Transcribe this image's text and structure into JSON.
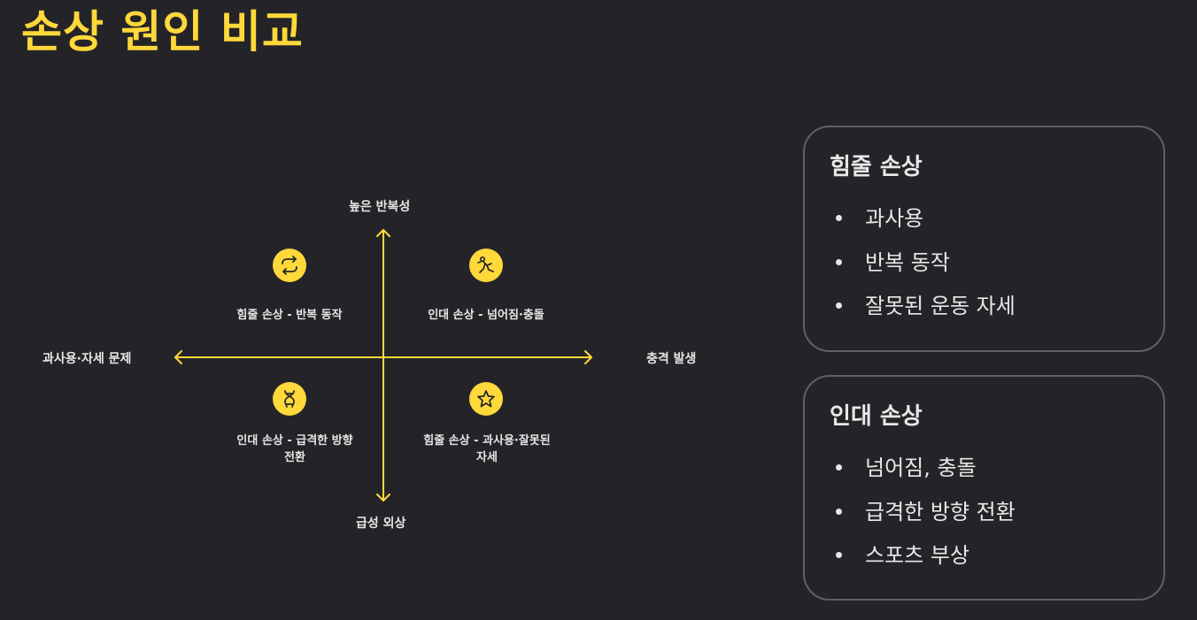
{
  "title": "손상 원인 비교",
  "diagram": {
    "axis_top": "높은 반복성",
    "axis_bottom": "급성 외상",
    "axis_left": "과사용·자세 문제",
    "axis_right": "충격 발생",
    "quadrants": [
      {
        "label": "힘줄 손상 - 반복 동작",
        "icon": "repeat-arrows-icon"
      },
      {
        "label": "인대 손상 - 넘어짐·충돌",
        "icon": "falling-person-icon"
      },
      {
        "label_line1": "인대 손상 - 급격한 방향",
        "label_line2": "전환",
        "icon": "dna-twist-icon"
      },
      {
        "label_line1": "힘줄 손상 - 과사용·잘못된",
        "label_line2": "자세",
        "icon": "star-icon"
      }
    ],
    "accent_color": "#ffd83a"
  },
  "cards": [
    {
      "heading": "힘줄 손상",
      "items": [
        "과사용",
        "반복 동작",
        "잘못된 운동 자세"
      ]
    },
    {
      "heading": "인대 손상",
      "items": [
        "넘어짐, 충돌",
        "급격한 방향 전환",
        "스포츠 부상"
      ]
    }
  ]
}
